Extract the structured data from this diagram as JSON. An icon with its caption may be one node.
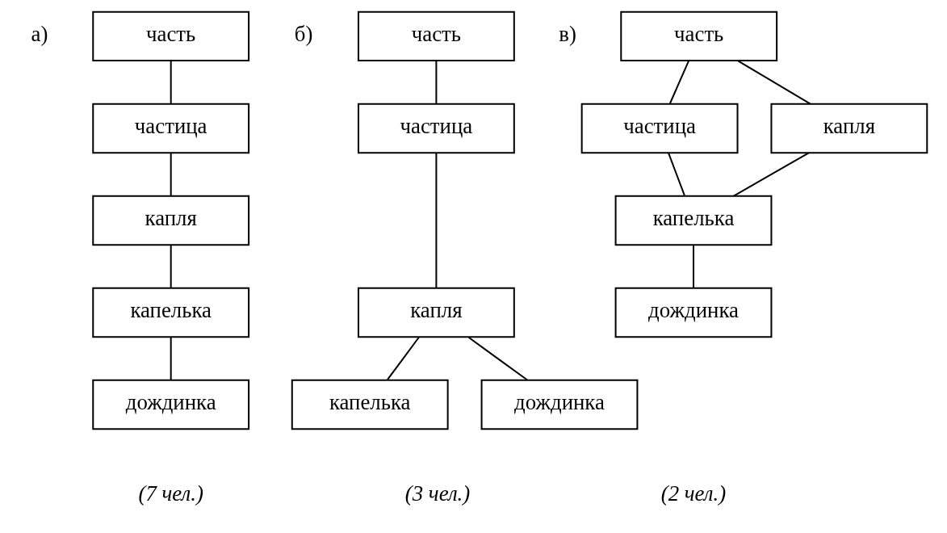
{
  "diagram": {
    "nodes": [
      {
        "text": [
          "часть"
        ]
      },
      {
        "text": [
          "частица"
        ]
      },
      {
        "text": [
          "капля"
        ]
      },
      {
        "text": [
          "капелька"
        ]
      },
      {
        "text": [
          "дождинка"
        ]
      },
      {
        "text": [
          "часть"
        ]
      },
      {
        "text": [
          "частица"
        ]
      },
      {
        "text": [
          "капля"
        ]
      },
      {
        "text": [
          "капелька"
        ]
      },
      {
        "text": [
          "дождинка"
        ]
      },
      {
        "text": [
          "часть"
        ]
      },
      {
        "text": [
          "частица"
        ]
      },
      {
        "text": [
          "капля"
        ]
      },
      {
        "text": [
          "капелька"
        ]
      },
      {
        "text": [
          "дождинка"
        ]
      }
    ],
    "edges": [
      {
        "from": 0,
        "to": 1,
        "arrow": "none"
      },
      {
        "from": 1,
        "to": 2,
        "arrow": "none"
      },
      {
        "from": 2,
        "to": 3,
        "arrow": "none"
      },
      {
        "from": 3,
        "to": 4,
        "arrow": "none"
      },
      {
        "from": 5,
        "to": 6,
        "arrow": "none"
      },
      {
        "from": 6,
        "to": 7,
        "arrow": "none"
      },
      {
        "from": 7,
        "to": 8,
        "arrow": "none"
      },
      {
        "from": 7,
        "to": 9,
        "arrow": "none"
      },
      {
        "from": 10,
        "to": 11,
        "arrow": "none"
      },
      {
        "from": 10,
        "to": 12,
        "arrow": "none"
      },
      {
        "from": 11,
        "to": 13,
        "arrow": "none"
      },
      {
        "from": 12,
        "to": 13,
        "arrow": "none"
      },
      {
        "from": 13,
        "to": 14,
        "arrow": "none"
      }
    ],
    "labels": [
      "а)",
      "б)",
      "в)",
      "(7 чел.)",
      "(3 чел.)",
      "(2 чел.)"
    ]
  }
}
